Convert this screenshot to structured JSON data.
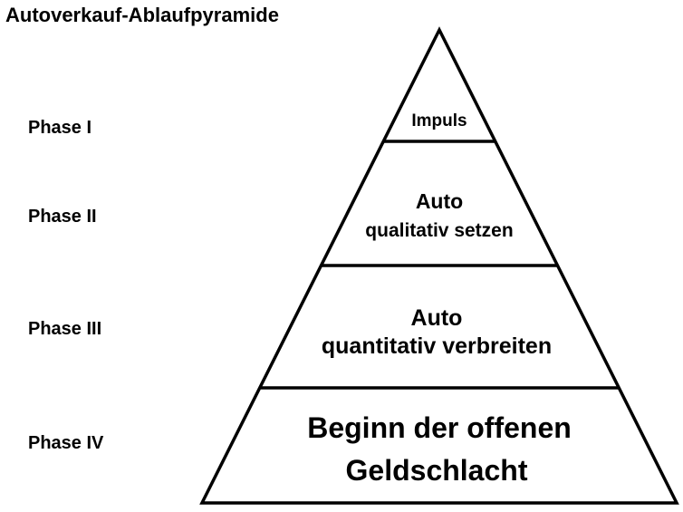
{
  "title": "Autoverkauf-Ablaufpyramide",
  "phases": [
    {
      "label": "Phase I",
      "lines": [
        "Impuls"
      ]
    },
    {
      "label": "Phase II",
      "lines": [
        "Auto",
        "qualitativ setzen"
      ]
    },
    {
      "label": "Phase III",
      "lines": [
        "Auto",
        "quantitativ verbreiten"
      ]
    },
    {
      "label": "Phase IV",
      "lines": [
        "Beginn der offenen",
        "Geldschlacht"
      ]
    }
  ]
}
